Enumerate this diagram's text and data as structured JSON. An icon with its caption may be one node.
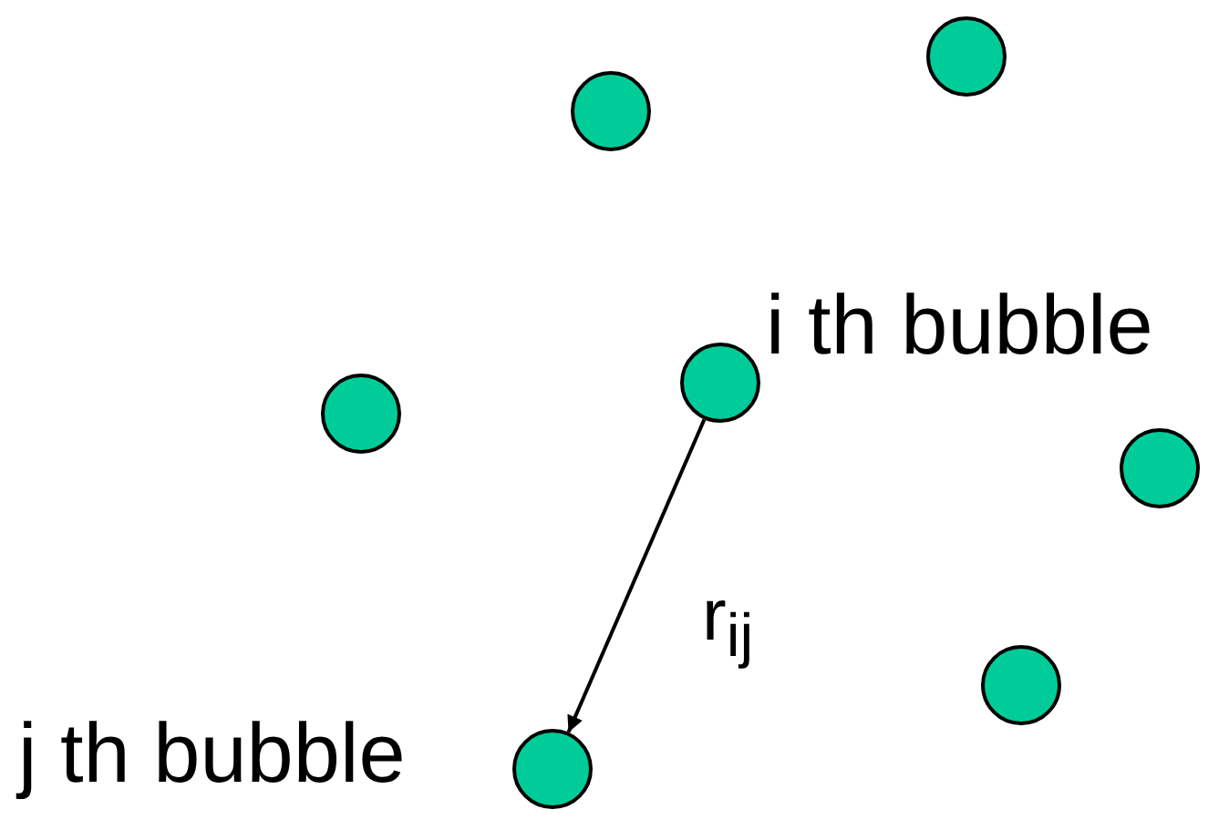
{
  "diagram": {
    "nodes": [
      {
        "text": [],
        "shape": "circle"
      },
      {
        "text": [],
        "shape": "circle"
      },
      {
        "text": [],
        "shape": "circle",
        "beside": [
          "i th bubble"
        ]
      },
      {
        "text": [],
        "shape": "circle"
      },
      {
        "text": [],
        "shape": "circle"
      },
      {
        "text": [],
        "shape": "circle"
      },
      {
        "text": [],
        "shape": "circle",
        "beside": [
          "j th bubble"
        ]
      }
    ],
    "edges": [
      {
        "from": 2,
        "to": 6,
        "arrow": "to",
        "label": "r$_{ij}$"
      }
    ]
  }
}
